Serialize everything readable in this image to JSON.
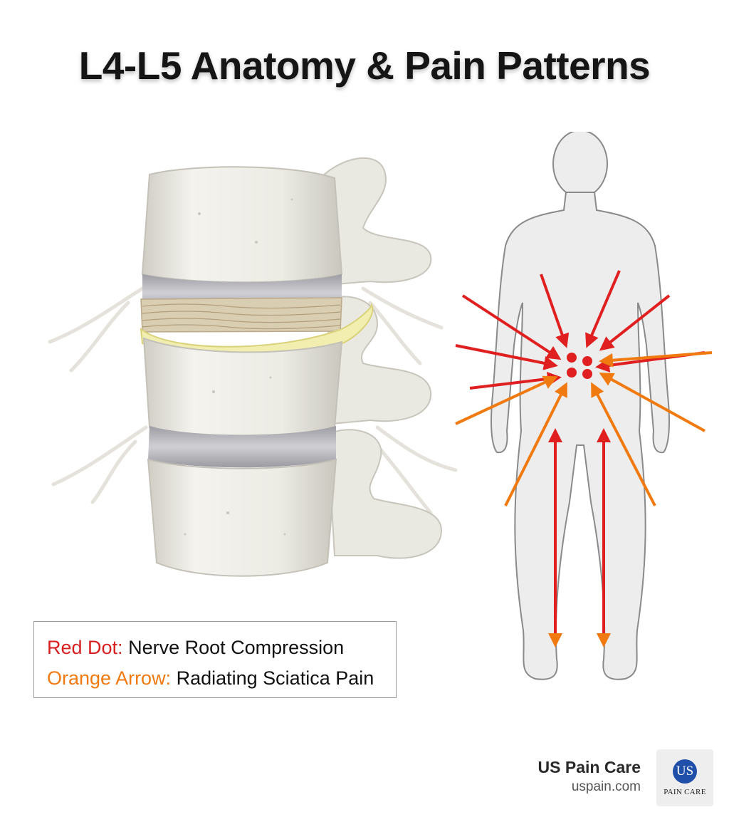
{
  "title": "L4-L5 Anatomy & Pain Patterns",
  "legend": {
    "red_key": "Red Dot:",
    "red_text": "Nerve Root Compression",
    "orange_key": "Orange Arrow:",
    "orange_text": "Radiating Sciatica Pain"
  },
  "brand": {
    "name": "US Pain Care",
    "url": "uspain.com",
    "logo_initials": "US",
    "logo_text": "PAIN CARE"
  },
  "colors": {
    "red": "#d81f1f",
    "orange": "#f07a10",
    "bone": "#eeede6",
    "disc": "#b9b9bd",
    "herniation": "#f2eeb0",
    "logo_blue": "#1f4fa8"
  },
  "icons": {
    "spine": "lumbar-vertebrae-illustration",
    "figure": "human-body-back-silhouette"
  }
}
